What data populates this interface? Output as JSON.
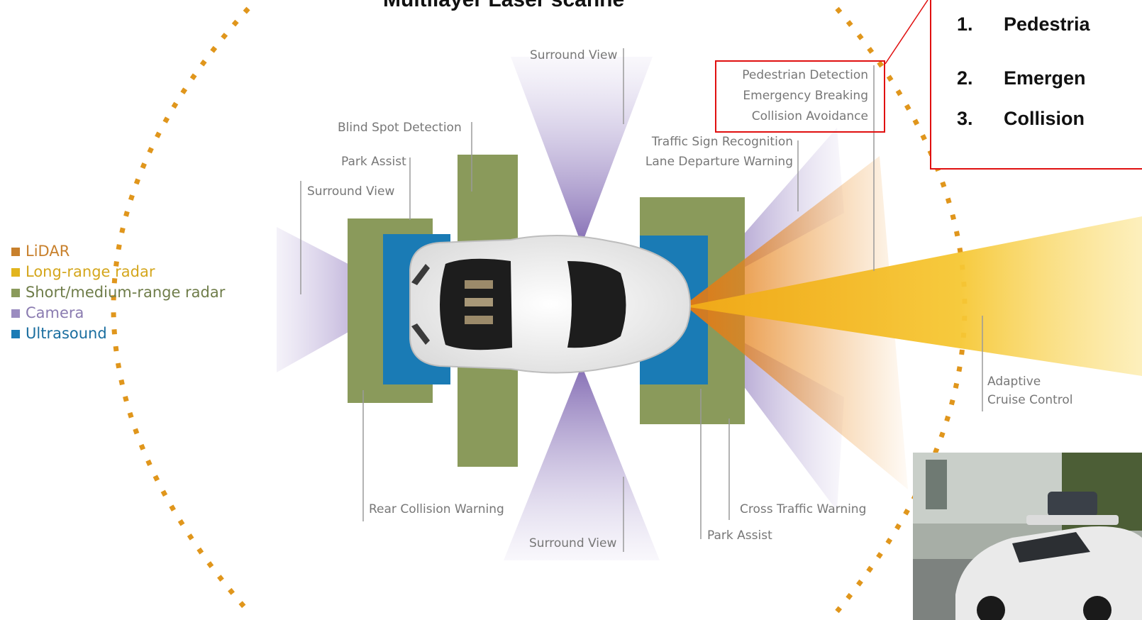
{
  "title": "Multilayer Laser scanne",
  "callout": {
    "items": [
      {
        "num": "1.",
        "text": "Pedestria"
      },
      {
        "num": "2.",
        "text": "Emergen"
      },
      {
        "num": "3.",
        "text": "Collision"
      }
    ]
  },
  "legend": [
    {
      "label": "LiDAR",
      "color": "#c8802c"
    },
    {
      "label": "Long-range radar",
      "color": "#e2b51e"
    },
    {
      "label": "Short/medium-range radar",
      "color": "#8a9a5b"
    },
    {
      "label": "Camera",
      "color": "#9b8cc0"
    },
    {
      "label": "Ultrasound",
      "color": "#1a7bb5"
    }
  ],
  "labels": {
    "surround_view_top": "Surround View",
    "blind_spot": "Blind Spot Detection",
    "park_assist_rear": "Park Assist",
    "surround_view_rear": "Surround View",
    "pedestrian_detection": "Pedestrian Detection",
    "emergency_breaking": "Emergency Breaking",
    "collision_avoidance": "Collision Avoidance",
    "traffic_sign": "Traffic Sign Recognition",
    "lane_departure": "Lane Departure Warning",
    "adaptive": "Adaptive",
    "cruise_control": "Cruise Control",
    "rear_collision": "Rear Collision Warning",
    "surround_view_bottom": "Surround View",
    "cross_traffic": "Cross Traffic Warning",
    "park_assist_front": "Park Assist"
  },
  "colors": {
    "camera": "#9b8cc0",
    "short_radar": "#8a9a5b",
    "ultrasound": "#1a7bb5",
    "lidar": "#e8931a",
    "long_radar": "#f2c21a",
    "dots": "#e0961c",
    "highlight": "#e01010"
  }
}
